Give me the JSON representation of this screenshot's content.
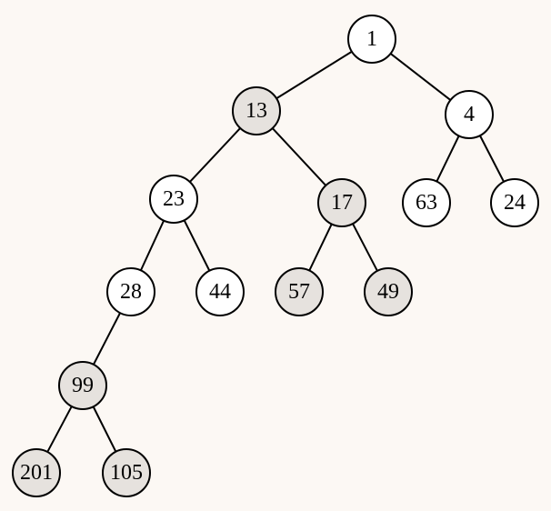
{
  "colors": {
    "background": "#fcf8f4",
    "node_plain": "#ffffff",
    "node_shaded": "#e6e2de",
    "stroke": "#000000"
  },
  "tree": {
    "nodes": [
      {
        "id": "n1",
        "label": "1",
        "shaded": false
      },
      {
        "id": "n13",
        "label": "13",
        "shaded": true
      },
      {
        "id": "n4",
        "label": "4",
        "shaded": false
      },
      {
        "id": "n23",
        "label": "23",
        "shaded": false
      },
      {
        "id": "n17",
        "label": "17",
        "shaded": true
      },
      {
        "id": "n63",
        "label": "63",
        "shaded": false
      },
      {
        "id": "n24",
        "label": "24",
        "shaded": false
      },
      {
        "id": "n28",
        "label": "28",
        "shaded": false
      },
      {
        "id": "n44",
        "label": "44",
        "shaded": false
      },
      {
        "id": "n57",
        "label": "57",
        "shaded": true
      },
      {
        "id": "n49",
        "label": "49",
        "shaded": true
      },
      {
        "id": "n99",
        "label": "99",
        "shaded": true
      },
      {
        "id": "n201",
        "label": "201",
        "shaded": true
      },
      {
        "id": "n105",
        "label": "105",
        "shaded": true
      }
    ],
    "edges": [
      {
        "from": "n1",
        "to": "n13"
      },
      {
        "from": "n1",
        "to": "n4"
      },
      {
        "from": "n13",
        "to": "n23"
      },
      {
        "from": "n13",
        "to": "n17"
      },
      {
        "from": "n4",
        "to": "n63"
      },
      {
        "from": "n4",
        "to": "n24"
      },
      {
        "from": "n23",
        "to": "n28"
      },
      {
        "from": "n23",
        "to": "n44"
      },
      {
        "from": "n17",
        "to": "n57"
      },
      {
        "from": "n17",
        "to": "n49"
      },
      {
        "from": "n28",
        "to": "n99"
      },
      {
        "from": "n99",
        "to": "n201"
      },
      {
        "from": "n99",
        "to": "n105"
      }
    ]
  }
}
